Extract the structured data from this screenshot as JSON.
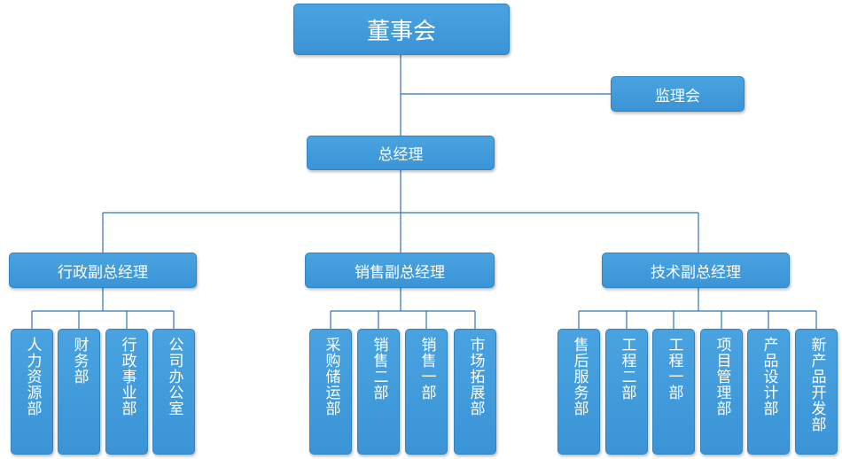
{
  "org_chart": {
    "board": {
      "label": "董事会"
    },
    "supervisory_board": {
      "label": "监理会"
    },
    "general_manager": {
      "label": "总经理"
    },
    "vice_managers": [
      {
        "label": "行政副总经理",
        "departments": [
          {
            "label": "人力资源部"
          },
          {
            "label": "财务部"
          },
          {
            "label": "行政事业部"
          },
          {
            "label": "公司办公室"
          }
        ]
      },
      {
        "label": "销售副总经理",
        "departments": [
          {
            "label": "采购储运部"
          },
          {
            "label": "销售二部"
          },
          {
            "label": "销售一部"
          },
          {
            "label": "市场拓展部"
          }
        ]
      },
      {
        "label": "技术副总经理",
        "departments": [
          {
            "label": "售后服务部"
          },
          {
            "label": "工程二部"
          },
          {
            "label": "工程一部"
          },
          {
            "label": "项目管理部"
          },
          {
            "label": "产品设计部"
          },
          {
            "label": "新产品开发部"
          }
        ]
      }
    ]
  },
  "colors": {
    "node_fill": "#3f9bdc",
    "node_border": "#2f84c4",
    "connector": "#2e75b6",
    "text": "#ffffff"
  }
}
